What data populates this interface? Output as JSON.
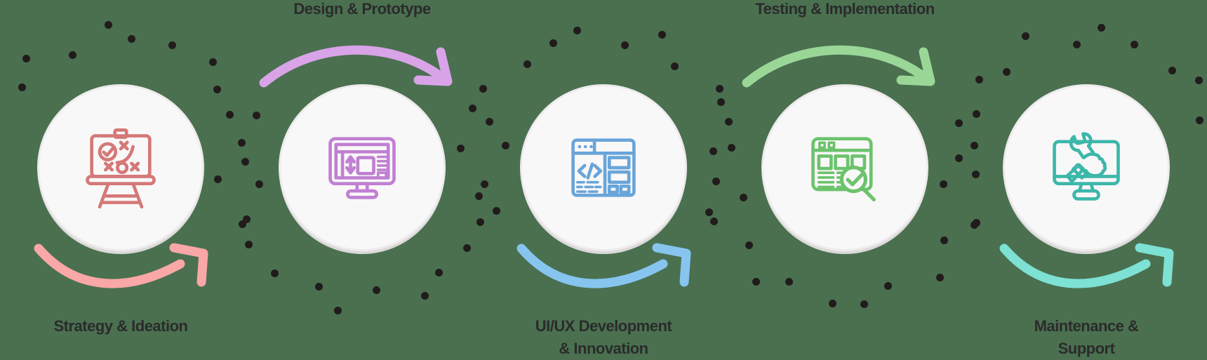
{
  "title": "Software development process flow",
  "background_color": "#4A7050",
  "label_color": "#2B2B2B",
  "dot_color": "#211B1B",
  "circle_style": {
    "fill": "#F9F8F8",
    "border": "#EDEBEB",
    "shadow": "#DCD9D9"
  },
  "steps": [
    {
      "id": "strategy-ideation",
      "label_line1": "Strategy & Ideation",
      "label_line2": "",
      "label_position": "bottom",
      "icon": "strategy-board-icon",
      "icon_color": "#D57878",
      "arrow_color": "#F9A7A7",
      "arrow_position": "bottom"
    },
    {
      "id": "design-prototype",
      "label_line1": "Design & Prototype",
      "label_line2": "",
      "label_position": "top",
      "icon": "design-monitor-icon",
      "icon_color": "#C080D2",
      "arrow_color": "#D9A3E8",
      "arrow_position": "top"
    },
    {
      "id": "uiux-development-innovation",
      "label_line1": "UI/UX Development",
      "label_line2": "& Innovation",
      "label_position": "bottom",
      "icon": "code-window-icon",
      "icon_color": "#69A5D9",
      "arrow_color": "#87C5EF",
      "arrow_position": "bottom"
    },
    {
      "id": "testing-implementation",
      "label_line1": "Testing & Implementation",
      "label_line2": "",
      "label_position": "top",
      "icon": "testing-checklist-icon",
      "icon_color": "#6CC36C",
      "arrow_color": "#9AD797",
      "arrow_position": "top"
    },
    {
      "id": "maintenance-support",
      "label_line1": "Maintenance &",
      "label_line2": "Support",
      "label_position": "bottom",
      "icon": "maintenance-monitor-icon",
      "icon_color": "#3CB7AA",
      "arrow_color": "#7DE1D3",
      "arrow_position": "bottom"
    }
  ]
}
